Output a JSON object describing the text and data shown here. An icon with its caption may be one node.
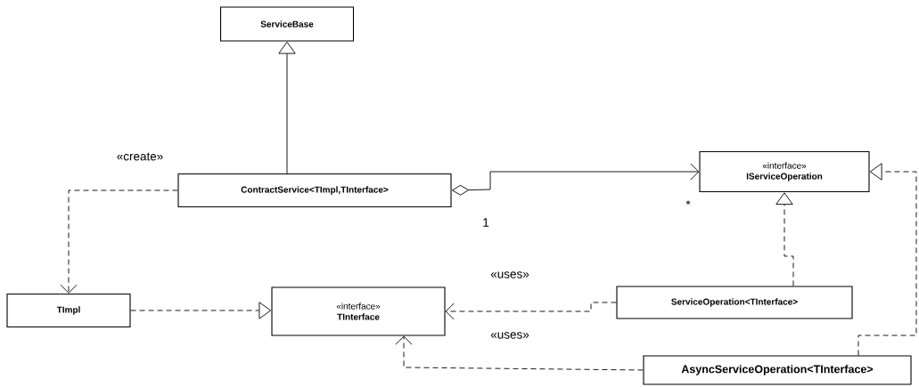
{
  "diagram": {
    "nodes": [
      {
        "text": [
          "ServiceBase"
        ]
      },
      {
        "text": [
          "ContractService<TImpl,TInterface>"
        ]
      },
      {
        "text": [
          "«interface»",
          "IServiceOperation"
        ]
      },
      {
        "text": [
          "TImpl"
        ]
      },
      {
        "text": [
          "«interface»",
          "TInterface"
        ]
      },
      {
        "text": [
          "ServiceOperation<TInterface>"
        ]
      },
      {
        "text": [
          "AsyncServiceOperation<TInterface>"
        ]
      }
    ],
    "edges": [
      {
        "from": 1,
        "to": 0,
        "arrow": "to"
      },
      {
        "from": 1,
        "to": 2,
        "arrow": "to"
      },
      {
        "from": 1,
        "to": 3,
        "arrow": "to",
        "label": "«create»",
        "style": "dashed"
      },
      {
        "from": 3,
        "to": 4,
        "arrow": "to",
        "style": "dashed"
      },
      {
        "from": 5,
        "to": 2,
        "arrow": "to",
        "style": "dashed"
      },
      {
        "from": 5,
        "to": 4,
        "arrow": "to",
        "label": "«uses»",
        "style": "dashed"
      },
      {
        "from": 6,
        "to": 4,
        "arrow": "to",
        "label": "«uses»",
        "style": "dashed"
      },
      {
        "from": 6,
        "to": 2,
        "arrow": "to",
        "style": "dashed"
      }
    ],
    "labels": [
      "*",
      "1"
    ]
  }
}
